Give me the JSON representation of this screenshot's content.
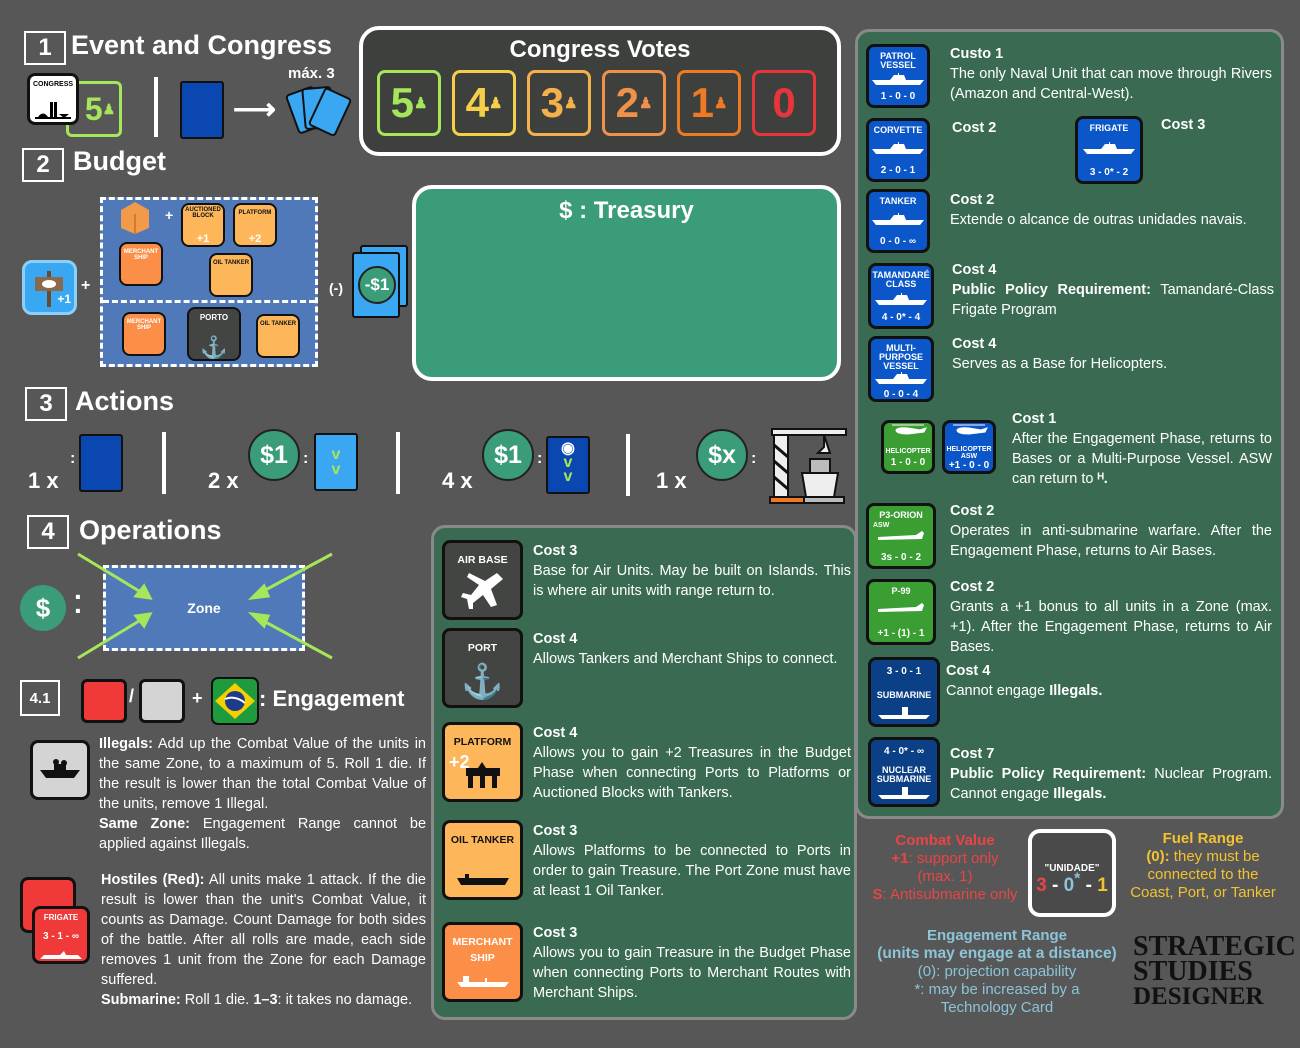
{
  "sections": {
    "event": {
      "num": "1",
      "title": "Event and Congress"
    },
    "budget": {
      "num": "2",
      "title": "Budget"
    },
    "actions": {
      "num": "3",
      "title": "Actions"
    },
    "operations": {
      "num": "4",
      "title": "Operations"
    },
    "engagement": {
      "num": "4.1",
      "title": ": Engagement"
    }
  },
  "event": {
    "congress_label": "CONGRESS",
    "congress_votes": "5",
    "max_cards": "máx. 3"
  },
  "congress_votes": {
    "title": "Congress Votes",
    "votes": [
      {
        "value": "5",
        "color": "#a6e65a"
      },
      {
        "value": "4",
        "color": "#f6cf4a"
      },
      {
        "value": "3",
        "color": "#f4b04a"
      },
      {
        "value": "2",
        "color": "#f0904a"
      },
      {
        "value": "1",
        "color": "#f07a24"
      },
      {
        "value": "0",
        "color": "#e8353a"
      }
    ]
  },
  "treasury": {
    "label": "$  : Treasury"
  },
  "budget": {
    "fish_bonus": "+1",
    "plus": "+",
    "minus": "(-)",
    "cost_card": "-$1",
    "auctioned_block": "AUCTIONED BLOCK",
    "auctioned_bonus": "+1",
    "platform": "PLATFORM",
    "platform_bonus": "+2",
    "merchant_ship": "MERCHANT SHIP",
    "oil_tanker": "OIL TANKER",
    "porto": "PORTO"
  },
  "actions": [
    {
      "count": "1 x"
    },
    {
      "count": "2 x",
      "cost": "$1"
    },
    {
      "count": "4 x",
      "cost": "$1"
    },
    {
      "count": "1 x",
      "cost": "$x"
    }
  ],
  "operations": {
    "coin": "$",
    "zone": "Zone"
  },
  "engagement": {
    "slash": "/",
    "plus": "+"
  },
  "rules": {
    "illegals": [
      {
        "b": true,
        "t": "Illegals:"
      },
      {
        "t": " Add up the Combat Value of the units in the same Zone, to a maximum of 5. Roll 1 die. If the result is lower than the total Combat Value of the units, remove 1 Illegal."
      }
    ],
    "same_zone": [
      {
        "b": true,
        "t": "Same Zone:"
      },
      {
        "t": " Engagement Range cannot be applied against Illegals."
      }
    ],
    "hostiles": [
      {
        "b": true,
        "t": "Hostiles (Red):"
      },
      {
        "t": " All units make 1 attack. If the die result is lower than the unit's Combat Value, it counts as Damage. Count Damage for both sides of the battle. After all rolls are made, each side removes 1 unit from the Zone for each Damage suffered."
      }
    ],
    "submarine": [
      {
        "b": true,
        "t": "Submarine:"
      },
      {
        "t": " Roll 1 die. "
      },
      {
        "b": true,
        "t": "1–3"
      },
      {
        "t": ": it takes no damage."
      }
    ],
    "hostile_tile": {
      "label": "FRIGATE",
      "stats": "3 - 1 - ∞"
    }
  },
  "infrastructure": [
    {
      "label": "AIR BASE",
      "cost": "Cost 3",
      "desc": [
        {
          "t": "Base for Air Units. May be built on Islands. This is where air units with range return to."
        }
      ]
    },
    {
      "label": "PORT",
      "cost": "Cost 4",
      "desc": [
        {
          "t": "Allows Tankers and Merchant Ships to connect."
        }
      ]
    },
    {
      "label": "PLATFORM",
      "bonus": "+2",
      "cost": "Cost 4",
      "desc": [
        {
          "t": "Allows you to gain +2 Treasures in the Budget Phase when connecting Ports to Platforms or Auctioned Blocks with Tankers."
        }
      ]
    },
    {
      "label": "OIL TANKER",
      "cost": "Cost 3",
      "desc": [
        {
          "t": "Allows Platforms to be connected to Ports in order to gain Treasure. The Port Zone must have at least 1 Oil Tanker."
        }
      ]
    },
    {
      "label": "MERCHANT SHIP",
      "cost": "Cost 3",
      "desc": [
        {
          "t": "Allows you to gain Treasure in the Budget Phase when connecting Ports to Merchant Routes with Merchant Ships."
        }
      ]
    }
  ],
  "units": [
    {
      "label": "PATROL VESSEL",
      "stats": "1 - 0 - 0",
      "cost": "Custo 1",
      "desc": [
        {
          "t": "The only Naval Unit that can move through Rivers (Amazon and Central-West)."
        }
      ]
    },
    {
      "label": "CORVETTE",
      "stats": "2 - 0 - 1",
      "cost": "Cost 2",
      "desc": []
    },
    {
      "label": "FRIGATE",
      "stats": "3 - 0* - 2",
      "cost": "Cost 3",
      "desc": []
    },
    {
      "label": "TANKER",
      "stats": "0 - 0 - ∞",
      "cost": "Cost 2",
      "desc": [
        {
          "t": "Extende o alcance de outras unidades navais."
        }
      ]
    },
    {
      "label": "TAMANDARÉ CLASS",
      "stats": "4 - 0* - 4",
      "cost": "Cost 4",
      "desc": [
        {
          "b": true,
          "t": "Public Policy Requirement:"
        },
        {
          "t": " Tamandaré-Class Frigate Program"
        }
      ]
    },
    {
      "label": "MULTI-PURPOSE VESSEL",
      "stats": "0 - 0 - 4",
      "cost": "Cost 4",
      "desc": [
        {
          "t": "Serves as a Base for Helicopters."
        }
      ]
    },
    {
      "label": "HELICOPTER",
      "stats": "1 - 0 - 0",
      "cost": "Cost 1",
      "desc": [
        {
          "t": "After the Engagement Phase, returns to Bases or a Multi-Purpose Vessel. ASW can return to "
        },
        {
          "b": true,
          "t": "ᴴ."
        }
      ]
    },
    {
      "label": "HELICOPTER ASW",
      "stats": "+1 - 0 - 0"
    },
    {
      "label": "P3-ORION",
      "sub": "ASW",
      "stats": "3s - 0 - 2",
      "cost": "Cost 2",
      "desc": [
        {
          "t": "Operates in anti-submarine warfare. After the Engagement Phase, returns to Air Bases."
        }
      ]
    },
    {
      "label": "P-99",
      "stats": "+1 - (1) - 1",
      "cost": "Cost 2",
      "desc": [
        {
          "t": "Grants a +1 bonus to all units in a Zone (max. +1). After the Engagement Phase, returns to Air Bases."
        }
      ]
    },
    {
      "label": "SUBMARINE",
      "stats": "3 - 0 - 1",
      "cost": "Cost 4",
      "desc": [
        {
          "t": "Cannot engage "
        },
        {
          "b": true,
          "t": "Illegals."
        }
      ]
    },
    {
      "label": "NUCLEAR SUBMARINE",
      "stats": "4 - 0* - ∞",
      "cost": "Cost 7",
      "desc": [
        {
          "b": true,
          "t": "Public Policy Requirement:"
        },
        {
          "t": " Nuclear Program. Cannot engage "
        },
        {
          "b": true,
          "t": "Illegals."
        }
      ]
    }
  ],
  "legend": {
    "combat": {
      "title": "Combat Value",
      "l1a": "+1",
      "l1b": ": support only (max. 1)",
      "l2a": "S",
      "l2b": ": Antisubmarine only",
      "color": "#e84545"
    },
    "unit_card": {
      "label": "\"UNIDADE\"",
      "v1": "3",
      "sep": " - ",
      "v2": "0",
      "star": "*",
      "v3": "1"
    },
    "fuel": {
      "title": "Fuel Range",
      "l1a": "(0):",
      "l1b": " they must be connected to the Coast, Port, or Tanker",
      "color": "#f2c230"
    },
    "range": {
      "title": "Engagement Range",
      "subtitle": "(units may engage at a distance)",
      "l1": "(0): projection capability",
      "l2": "*: may be increased by a Technology Card",
      "color": "#8cc4d8"
    }
  },
  "logo": {
    "line1": "STRATEGIC",
    "line2": "STUDIES",
    "line3": "DESIGNER"
  }
}
